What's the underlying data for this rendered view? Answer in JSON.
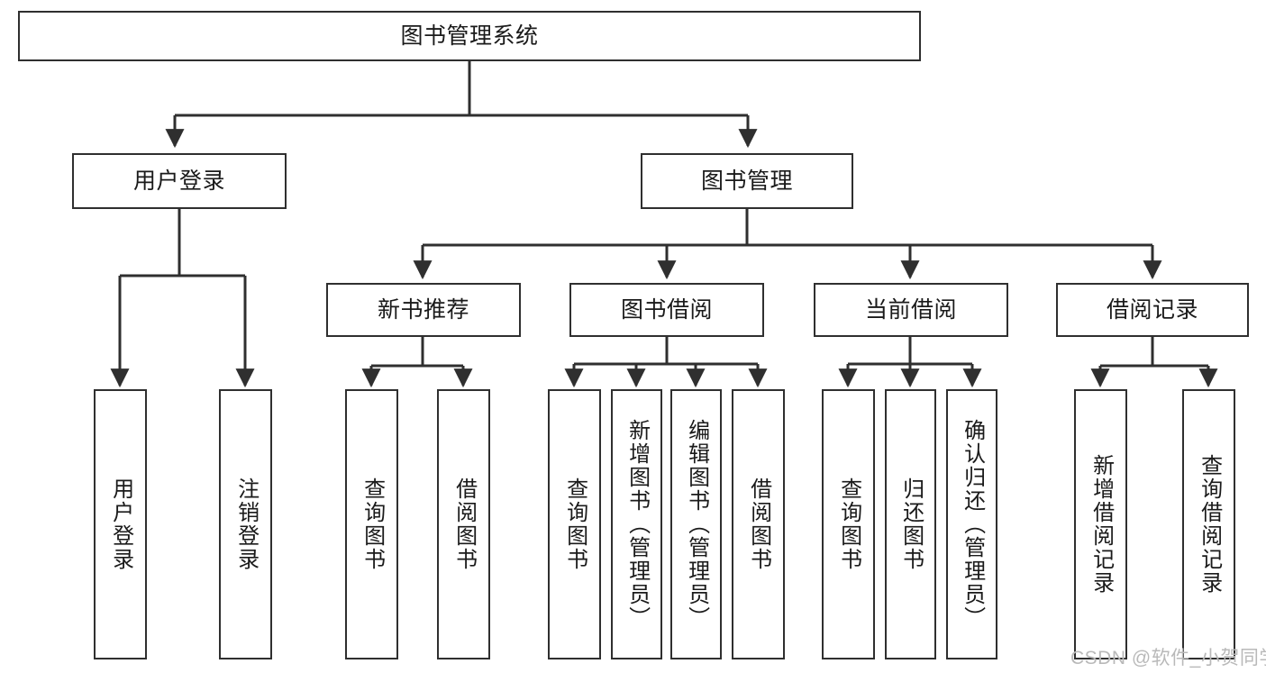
{
  "diagram": {
    "type": "tree-hierarchy",
    "title": "图书管理系统",
    "colors": {
      "box_border": "#2f2f2f",
      "box_fill": "#ffffff",
      "connector": "#2f2f2f",
      "text": "#1a1a1a",
      "watermark": "#b9b9b9"
    },
    "root": {
      "label": "图书管理系统"
    },
    "level2": [
      {
        "label": "用户登录"
      },
      {
        "label": "图书管理"
      }
    ],
    "level3": [
      {
        "label": "新书推荐"
      },
      {
        "label": "图书借阅"
      },
      {
        "label": "当前借阅"
      },
      {
        "label": "借阅记录"
      }
    ],
    "leaves": {
      "user_login": [
        {
          "label": "用户登录"
        },
        {
          "label": "注销登录"
        }
      ],
      "new_book_recommend": [
        {
          "label": "查询图书"
        },
        {
          "label": "借阅图书"
        }
      ],
      "book_borrow": [
        {
          "label": "查询图书"
        },
        {
          "label": "新增图书（管理员）"
        },
        {
          "label": "编辑图书（管理员）"
        },
        {
          "label": "借阅图书"
        }
      ],
      "current_borrow": [
        {
          "label": "查询图书"
        },
        {
          "label": "归还图书"
        },
        {
          "label": "确认归还（管理员）"
        }
      ],
      "borrow_record": [
        {
          "label": "新增借阅记录"
        },
        {
          "label": "查询借阅记录"
        }
      ]
    }
  },
  "watermark": {
    "text": "CSDN @软件_小贺同学"
  }
}
